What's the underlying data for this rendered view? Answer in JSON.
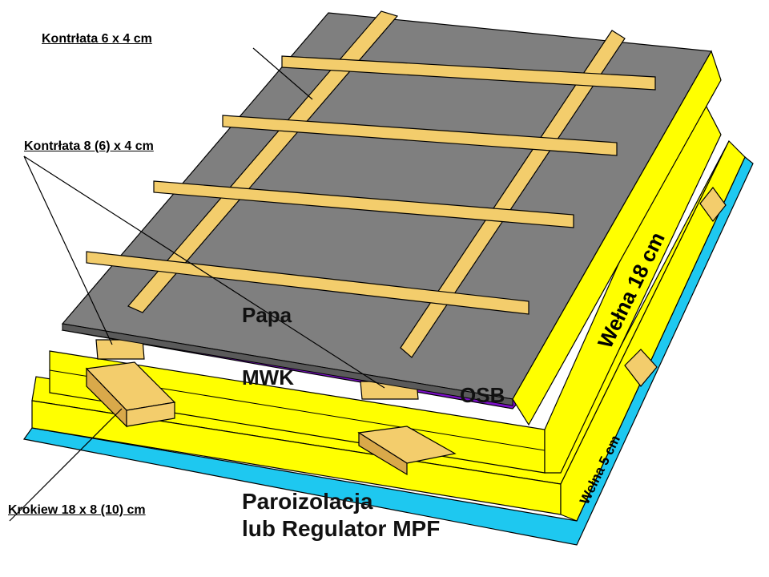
{
  "labels": {
    "kontrlata_top": "Kontrłata 6 x 4 cm",
    "kontrlata_mid": "Kontrłata 8 (6) x 4 cm",
    "krokiew": "Krokiew 18 x 8 (10) cm",
    "papa": "Papa",
    "mwk": "MWK",
    "osb": "OSB",
    "welna_18": "Wełna 18 cm",
    "welna_5": "Wełna 5 cm",
    "paroizolacja_1": "Paroizolacja",
    "paroizolacja_2": "lub Regulator MPF"
  },
  "colors": {
    "papa": "#7f7f7f",
    "wood": "#f3cd6c",
    "wood_shade": "#d9a94a",
    "mwk": "#7b0fc7",
    "welna": "#ffff00",
    "paroizolacja": "#1ec8f0"
  }
}
